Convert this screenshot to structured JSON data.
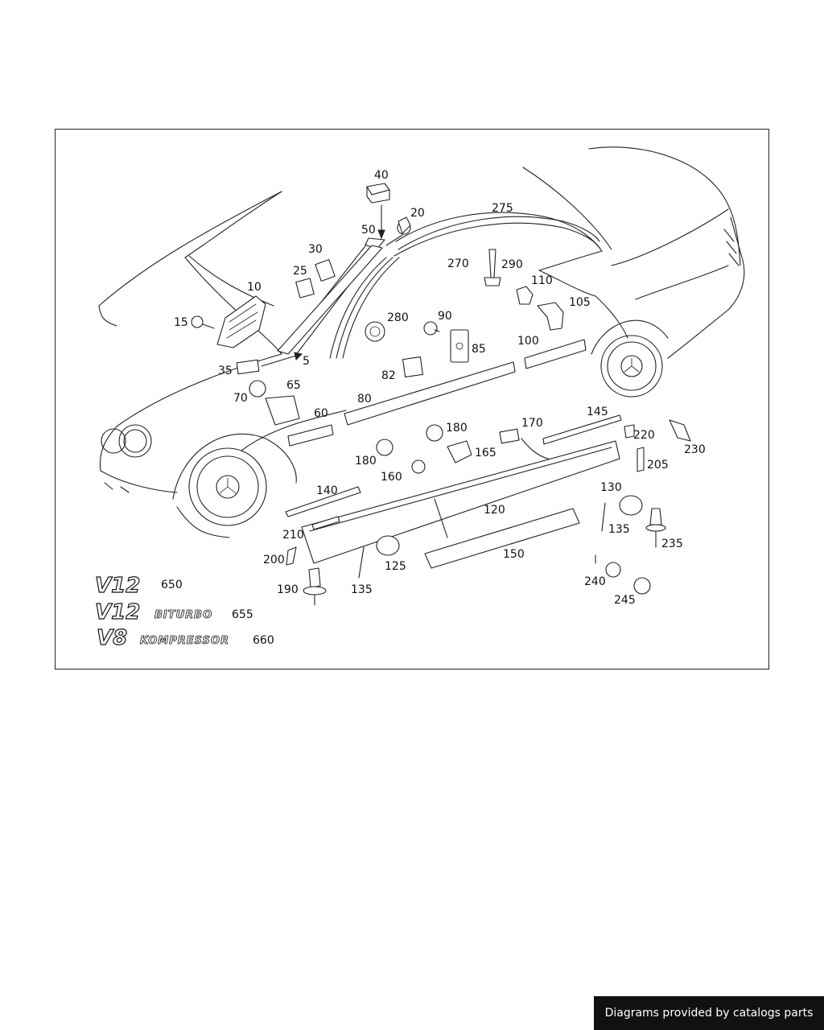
{
  "diagram": {
    "callouts": [
      {
        "id": "c40",
        "text": "40"
      },
      {
        "id": "c20",
        "text": "20"
      },
      {
        "id": "c50",
        "text": "50"
      },
      {
        "id": "c275",
        "text": "275"
      },
      {
        "id": "c30",
        "text": "30"
      },
      {
        "id": "c25",
        "text": "25"
      },
      {
        "id": "c270",
        "text": "270"
      },
      {
        "id": "c290",
        "text": "290"
      },
      {
        "id": "c10",
        "text": "10"
      },
      {
        "id": "c110",
        "text": "110"
      },
      {
        "id": "c105",
        "text": "105"
      },
      {
        "id": "c15",
        "text": "15"
      },
      {
        "id": "c280",
        "text": "280"
      },
      {
        "id": "c90",
        "text": "90"
      },
      {
        "id": "c85",
        "text": "85"
      },
      {
        "id": "c100",
        "text": "100"
      },
      {
        "id": "c5",
        "text": "5"
      },
      {
        "id": "c35",
        "text": "35"
      },
      {
        "id": "c82",
        "text": "82"
      },
      {
        "id": "c65",
        "text": "65"
      },
      {
        "id": "c70",
        "text": "70"
      },
      {
        "id": "c80",
        "text": "80"
      },
      {
        "id": "c60",
        "text": "60"
      },
      {
        "id": "c145",
        "text": "145"
      },
      {
        "id": "c180a",
        "text": "180"
      },
      {
        "id": "c170",
        "text": "170"
      },
      {
        "id": "c220",
        "text": "220"
      },
      {
        "id": "c230",
        "text": "230"
      },
      {
        "id": "c165",
        "text": "165"
      },
      {
        "id": "c180b",
        "text": "180"
      },
      {
        "id": "c205",
        "text": "205"
      },
      {
        "id": "c160",
        "text": "160"
      },
      {
        "id": "c140",
        "text": "140"
      },
      {
        "id": "c130",
        "text": "130"
      },
      {
        "id": "c120",
        "text": "120"
      },
      {
        "id": "c135a",
        "text": "135"
      },
      {
        "id": "c210",
        "text": "210"
      },
      {
        "id": "c235",
        "text": "235"
      },
      {
        "id": "c150",
        "text": "150"
      },
      {
        "id": "c200",
        "text": "200"
      },
      {
        "id": "c125",
        "text": "125"
      },
      {
        "id": "c240",
        "text": "240"
      },
      {
        "id": "c650",
        "text": "650"
      },
      {
        "id": "c190",
        "text": "190"
      },
      {
        "id": "c135b",
        "text": "135"
      },
      {
        "id": "c245",
        "text": "245"
      },
      {
        "id": "c655",
        "text": "655"
      },
      {
        "id": "c660",
        "text": "660"
      }
    ],
    "badges": {
      "v12_main": "V12",
      "v12b_main": "V12",
      "v12b_sub": "BITURBO",
      "v8_main": "V8",
      "v8_sub": "KOMPRESSOR"
    }
  },
  "footer": {
    "text": "Diagrams provided by catalogs parts"
  }
}
